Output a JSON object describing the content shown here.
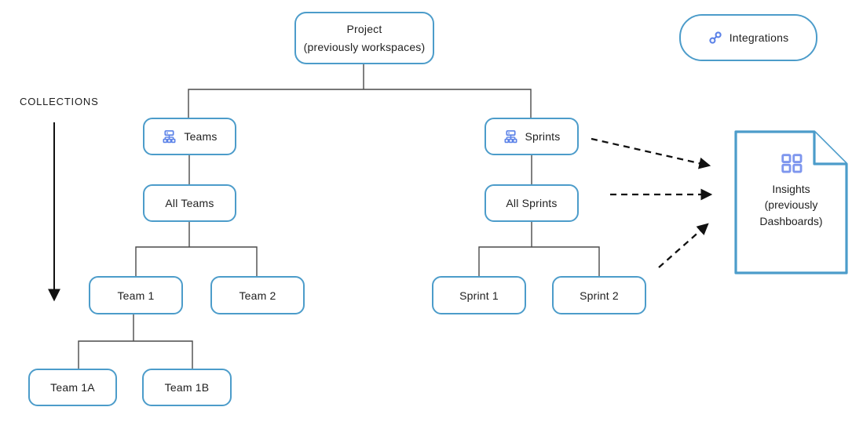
{
  "diagram": {
    "collections": {
      "label": "COLLECTIONS"
    },
    "nodes": {
      "project": {
        "title": "Project",
        "subtitle": "(previously workspaces)"
      },
      "integrations": {
        "label": "Integrations",
        "icon": "link-icon"
      },
      "teams": {
        "label": "Teams",
        "icon": "org-chart-icon"
      },
      "sprints": {
        "label": "Sprints",
        "icon": "org-chart-icon"
      },
      "all_teams": {
        "label": "All Teams"
      },
      "all_sprints": {
        "label": "All Sprints"
      },
      "team_1": {
        "label": "Team 1"
      },
      "team_2": {
        "label": "Team 2"
      },
      "team_1a": {
        "label": "Team 1A"
      },
      "team_1b": {
        "label": "Team 1B"
      },
      "sprint_1": {
        "label": "Sprint 1"
      },
      "sprint_2": {
        "label": "Sprint 2"
      },
      "insights": {
        "title": "Insights",
        "subtitle": "(previously Dashboards)",
        "icon": "grid-icon",
        "shape": "document-with-folded-corner"
      }
    },
    "edges": {
      "solid": [
        "project -> teams",
        "project -> sprints",
        "teams -> all_teams",
        "all_teams -> team_1",
        "all_teams -> team_2",
        "team_1 -> team_1a",
        "team_1 -> team_1b",
        "sprints -> all_sprints",
        "all_sprints -> sprint_1",
        "all_sprints -> sprint_2"
      ],
      "dashed_arrows": [
        "sprints -> insights",
        "all_sprints -> insights",
        "sprint_2 -> insights"
      ],
      "collections_arrow": "downward from COLLECTIONS label"
    },
    "colors": {
      "box_border": "#4c9cca",
      "icon_blue": "#5b82e8",
      "insights_icon_blue": "#7e96ee",
      "connector_line": "#4a4a4a",
      "arrow_black": "#111111",
      "text": "#1f1f1f",
      "background": "#ffffff"
    }
  }
}
